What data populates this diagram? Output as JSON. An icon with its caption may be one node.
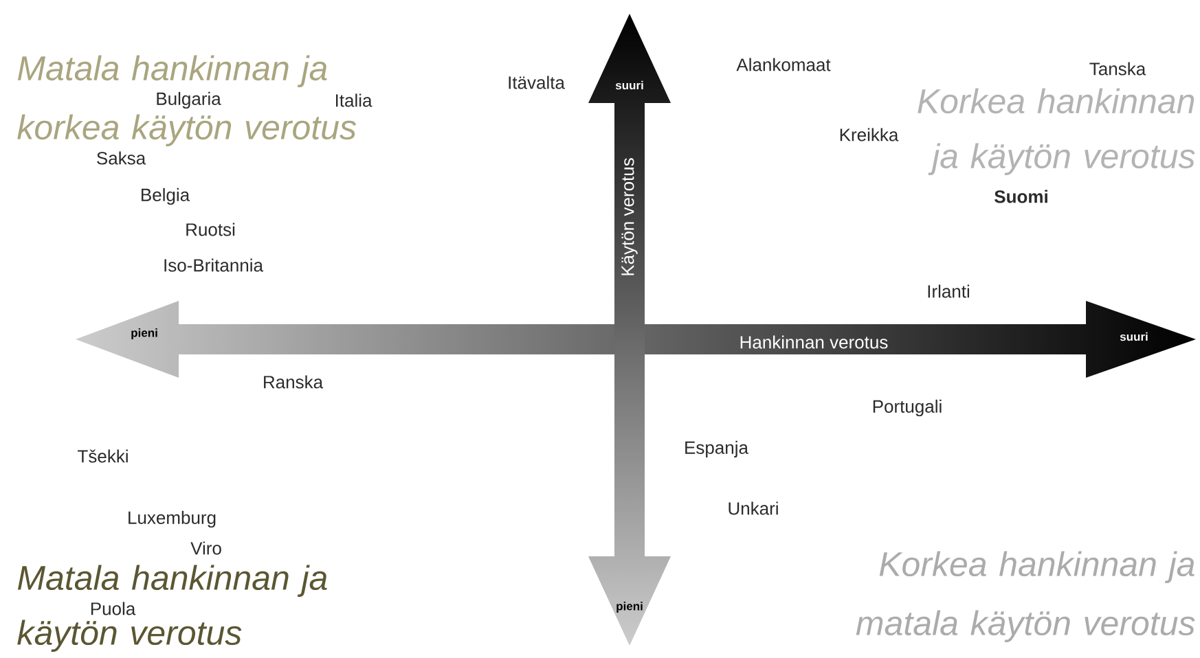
{
  "diagram": {
    "labels": [
      "Matala hankinnan ja korkea käytön verotus",
      "Itävalta",
      "suuri",
      "Alankomaat",
      "Tanska",
      "Korkea hankinnan ja käytön verotus",
      "Bulgaria",
      "Italia",
      "Kreikka",
      "Saksa",
      "Belgia",
      "Suomi",
      "Ruotsi",
      "Iso-Britannia",
      "Käytön verotus",
      "Irlanti",
      "pieni",
      "Hankinnan verotus",
      "suuri",
      "Ranska",
      "Portugali",
      "Tšekki",
      "Espanja",
      "Unkari",
      "Luxemburg",
      "Viro",
      "Matala hankinnan ja käytön verotus",
      "Korkea hankinnan ja matala käytön verotus",
      "Puola",
      "pieni"
    ]
  }
}
